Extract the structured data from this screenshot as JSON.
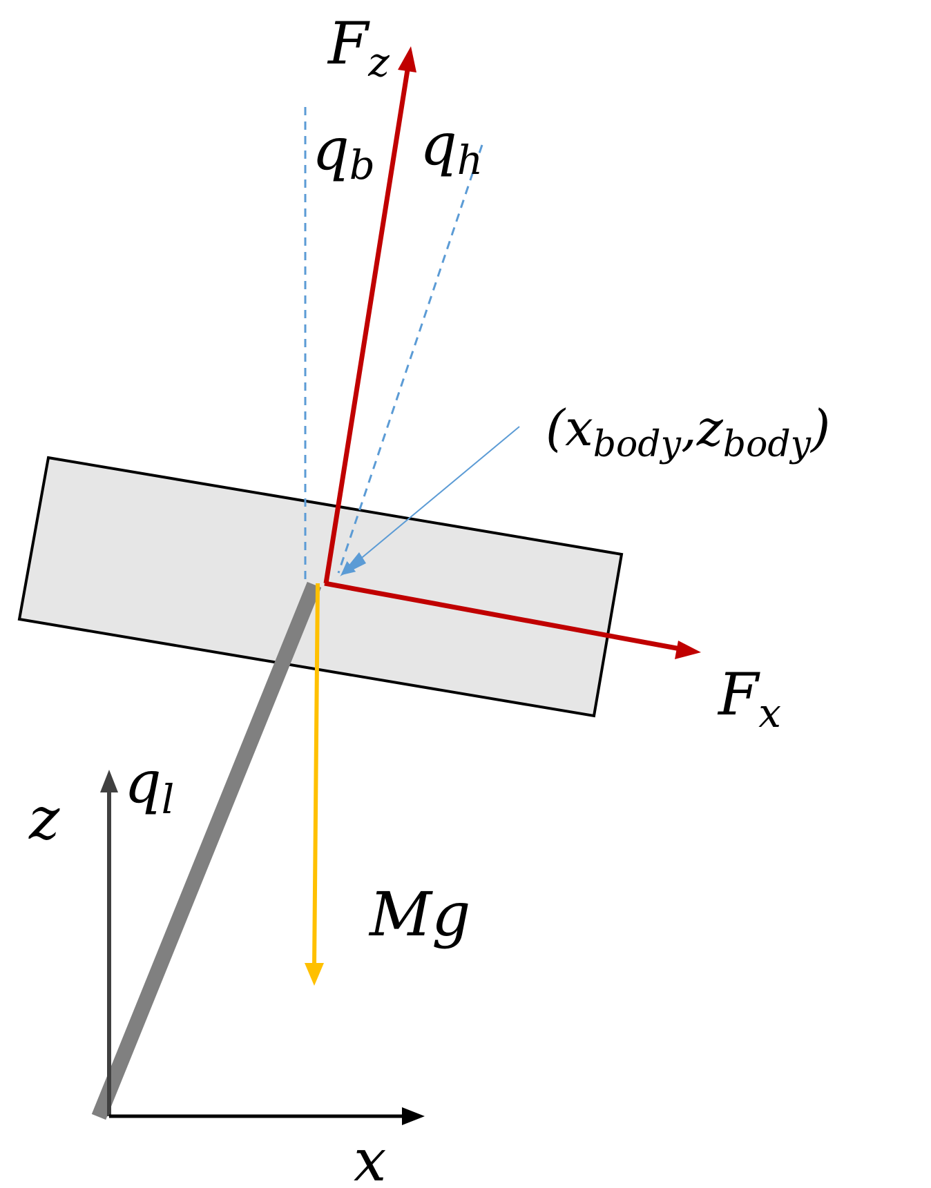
{
  "diagram": {
    "labels": {
      "force_z": {
        "main": "F",
        "sub": "z"
      },
      "force_x": {
        "main": "F",
        "sub": "x"
      },
      "body_pitch": {
        "main": "q",
        "sub": "b"
      },
      "hip_angle": {
        "main": "q",
        "sub": "h"
      },
      "leg_angle": {
        "main": "q",
        "sub": "l"
      },
      "body_position": {
        "open": "(",
        "x_main": "x",
        "x_sub": "body",
        "sep": ",",
        "z_main": "z",
        "z_sub": "body",
        "close": ")"
      },
      "gravity": "Mg",
      "axis_x": "x",
      "axis_z": "z"
    },
    "colors": {
      "force": "#c00000",
      "gravity": "#ffc000",
      "reference_dashed": "#5b9bd5",
      "position_pointer": "#5b9bd5",
      "body_fill": "#e6e6e6",
      "body_outline": "#000000",
      "leg": "#808080",
      "axis_x": "#000000",
      "axis_z": "#404040"
    }
  }
}
